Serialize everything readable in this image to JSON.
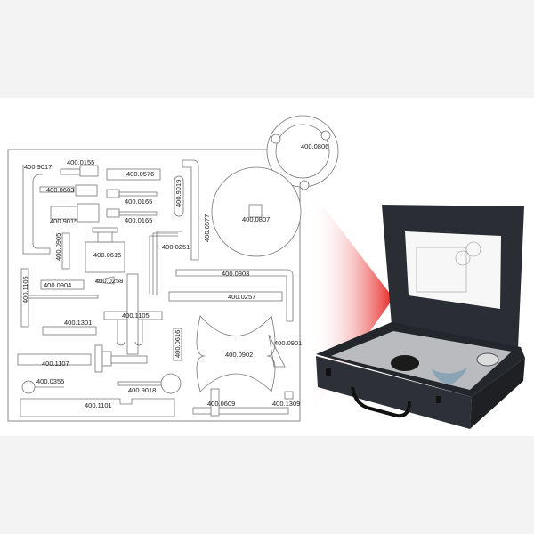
{
  "diagram": {
    "title": "Tool tray layout",
    "parts": {
      "p9017": "400.9017",
      "p0155": "400.0155",
      "p0576": "400.0576",
      "p0603": "400.0603",
      "p0165a": "400.0165",
      "p0165b": "400.0165",
      "p9015": "400.9015",
      "p9019": "400.9019",
      "p0577": "400.0577",
      "p0807": "400.0807",
      "p0806": "400.0806",
      "p0251": "400.0251",
      "p0615": "400.0615",
      "p0905": "400.0905",
      "p0903": "400.0903",
      "p1106": "400.1106",
      "p0904": "400.0904",
      "p0258": "400.0258",
      "p0257": "400.0257",
      "p1105": "400.1105",
      "p1301": "400.1301",
      "p0616": "400.0616",
      "p0902": "400.0902",
      "p0901": "400.0901",
      "p1107": "400.1107",
      "p0355": "400.0355",
      "p9018": "400.9018",
      "p1101": "400.1101",
      "p0609": "400.0609",
      "p1309": "400.1309"
    }
  },
  "colors": {
    "accent_red": "#e52421",
    "case": "#2a2d33",
    "tray": "#b9bbbe"
  }
}
